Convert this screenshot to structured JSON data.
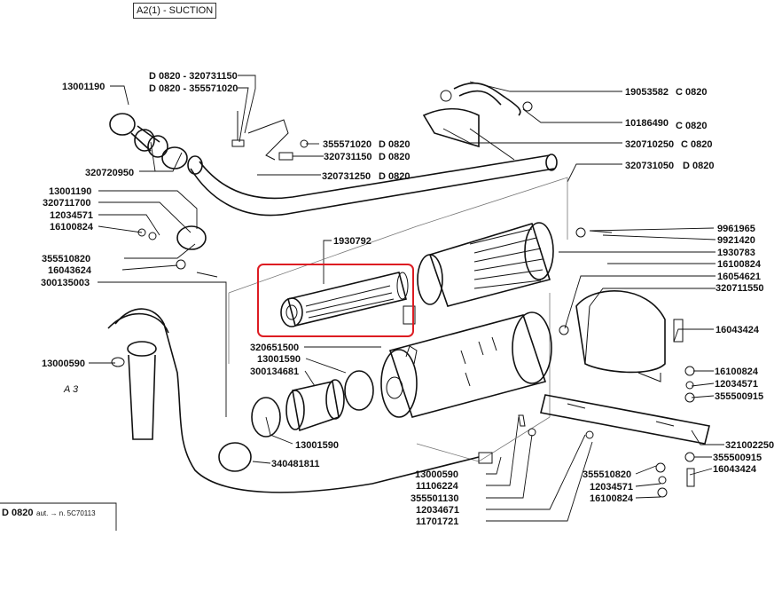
{
  "header": {
    "section_title": "A2(1) - SUCTION"
  },
  "highlight": {
    "color": "#dd1c22",
    "part_number": "1930792"
  },
  "ref_label": "A 3",
  "footer": {
    "model": "D 0820",
    "note": "aut. → n. 5C70113"
  },
  "labels": {
    "l01": "13001190",
    "l02": "D 0820 - 320731150",
    "l03": "D 0820 - 355571020",
    "l04": "320720950",
    "l05": "355571020",
    "l05d": "D 0820",
    "l06": "320731150",
    "l06d": "D 0820",
    "l07": "320731250",
    "l07d": "D 0820",
    "l08": "13001190",
    "l09": "320711700",
    "l10": "12034571",
    "l11": "16100824",
    "l12": "355510820",
    "l13": "16043624",
    "l14": "300135003",
    "l15": "13000590",
    "l16": "19053582",
    "l16c": "C 0820",
    "l17": "10186490",
    "l17c": "C 0820",
    "l18": "320710250",
    "l18c": "C 0820",
    "l19": "320731050",
    "l19c": "D 0820",
    "l20": "1930792",
    "l21": "9961965",
    "l22": "9921420",
    "l23": "1930783",
    "l24": "16100824",
    "l25": "16054621",
    "l26": "320711550",
    "l27": "16043424",
    "l28": "320651500",
    "l29": "13001590",
    "l30": "300134681",
    "l31": "16100824",
    "l32": "12034571",
    "l33": "355500915",
    "l34": "13001590",
    "l35": "340481811",
    "l36": "321002250",
    "l37": "355500915",
    "l38": "16043424",
    "l39": "355510820",
    "l40": "12034571",
    "l41": "16100824",
    "l42": "13000590",
    "l43": "11106224",
    "l44": "355501130",
    "l45": "12034671",
    "l46": "11701721"
  }
}
